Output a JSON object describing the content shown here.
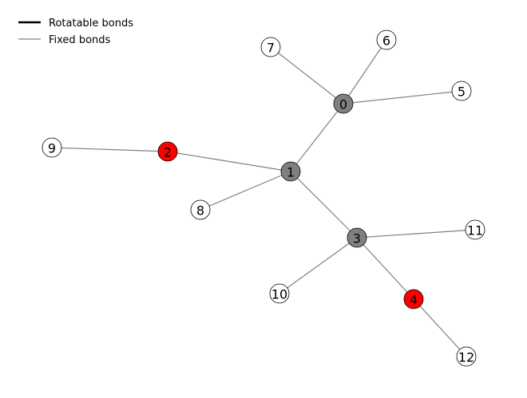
{
  "legend": {
    "rotatable_label": "Rotatable bonds",
    "fixed_label": "Fixed bonds",
    "rotatable_color": "#000000",
    "fixed_color": "#808080"
  },
  "colors": {
    "heavy_atom": "#808080",
    "heteroatom": "#ff0000",
    "hydrogen": "#ffffff",
    "stroke": "#000000",
    "edge": "#808080"
  },
  "nodes": [
    {
      "id": "0",
      "label": "0",
      "type": "heavy_atom"
    },
    {
      "id": "1",
      "label": "1",
      "type": "heavy_atom"
    },
    {
      "id": "2",
      "label": "2",
      "type": "heteroatom"
    },
    {
      "id": "3",
      "label": "3",
      "type": "heavy_atom"
    },
    {
      "id": "4",
      "label": "4",
      "type": "heteroatom"
    },
    {
      "id": "5",
      "label": "5",
      "type": "hydrogen"
    },
    {
      "id": "6",
      "label": "6",
      "type": "hydrogen"
    },
    {
      "id": "7",
      "label": "7",
      "type": "hydrogen"
    },
    {
      "id": "8",
      "label": "8",
      "type": "hydrogen"
    },
    {
      "id": "9",
      "label": "9",
      "type": "hydrogen"
    },
    {
      "id": "10",
      "label": "10",
      "type": "hydrogen"
    },
    {
      "id": "11",
      "label": "11",
      "type": "hydrogen"
    },
    {
      "id": "12",
      "label": "12",
      "type": "hydrogen"
    }
  ],
  "edges": [
    {
      "source": "0",
      "target": "1",
      "kind": "fixed"
    },
    {
      "source": "0",
      "target": "5",
      "kind": "fixed"
    },
    {
      "source": "0",
      "target": "6",
      "kind": "fixed"
    },
    {
      "source": "0",
      "target": "7",
      "kind": "fixed"
    },
    {
      "source": "1",
      "target": "2",
      "kind": "fixed"
    },
    {
      "source": "1",
      "target": "3",
      "kind": "fixed"
    },
    {
      "source": "1",
      "target": "8",
      "kind": "fixed"
    },
    {
      "source": "2",
      "target": "9",
      "kind": "fixed"
    },
    {
      "source": "3",
      "target": "4",
      "kind": "fixed"
    },
    {
      "source": "3",
      "target": "10",
      "kind": "fixed"
    },
    {
      "source": "3",
      "target": "11",
      "kind": "fixed"
    },
    {
      "source": "4",
      "target": "12",
      "kind": "fixed"
    }
  ]
}
